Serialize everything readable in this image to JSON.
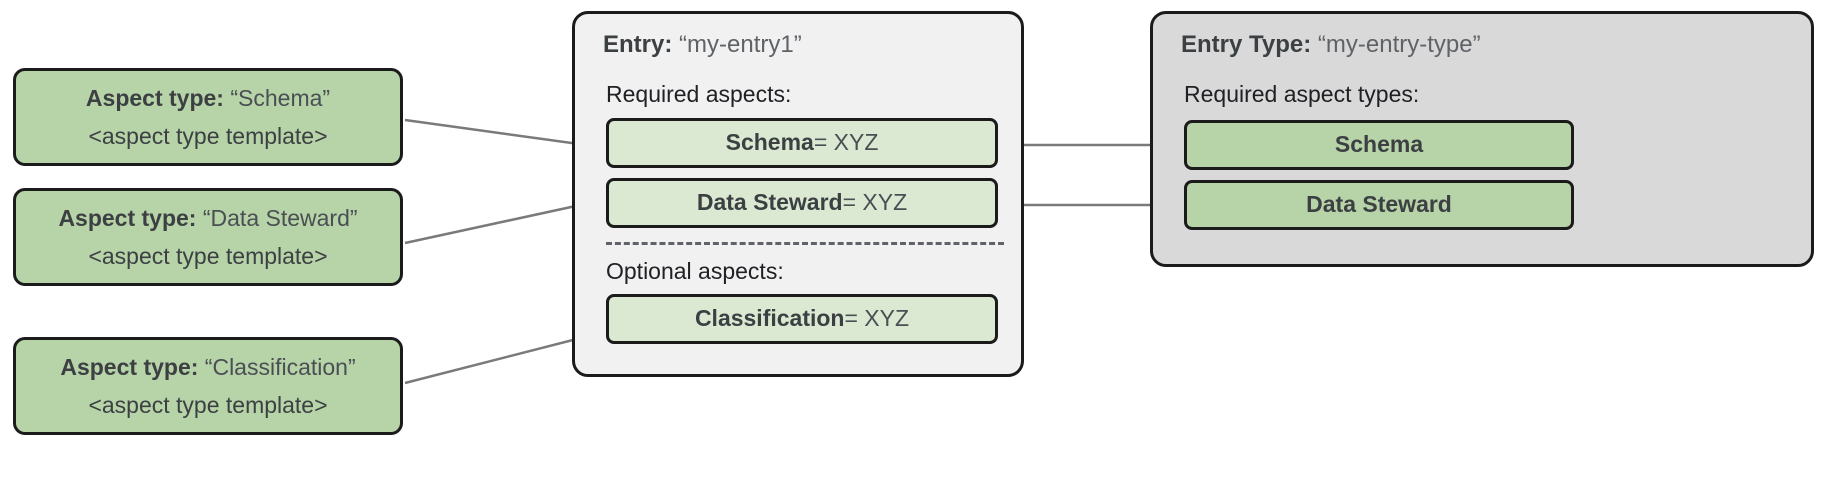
{
  "diagram": {
    "colors": {
      "aspect_type_green": "#b7d3a8",
      "aspect_chip_green": "#dbe9d2",
      "entry_panel_gray": "#f1f1f1",
      "entry_type_panel_gray": "#d9d9d9",
      "outline": "#1b1b1b",
      "connector_line": "#7a7a7a",
      "dashed_divider": "#5f6368"
    }
  },
  "aspect_types": [
    {
      "label": "Aspect type:",
      "value": "“Schema”",
      "template": "<aspect type template>"
    },
    {
      "label": "Aspect type:",
      "value": "“Data Steward”",
      "template": "<aspect type template>"
    },
    {
      "label": "Aspect type:",
      "value": "“Classification”",
      "template": "<aspect type template>"
    }
  ],
  "entry": {
    "title_label": "Entry:",
    "title_value": "“my-entry1”",
    "required_label": "Required aspects:",
    "required_aspects": [
      {
        "name": "Schema",
        "assignment": " = XYZ"
      },
      {
        "name": "Data Steward",
        "assignment": " = XYZ"
      }
    ],
    "optional_label": "Optional aspects:",
    "optional_aspects": [
      {
        "name": "Classification",
        "assignment": " = XYZ"
      }
    ]
  },
  "entry_type": {
    "title_label": "Entry Type:",
    "title_value": "“my-entry-type”",
    "required_label": "Required aspect types:",
    "required_aspect_types": [
      {
        "name": "Schema"
      },
      {
        "name": "Data Steward"
      }
    ]
  }
}
